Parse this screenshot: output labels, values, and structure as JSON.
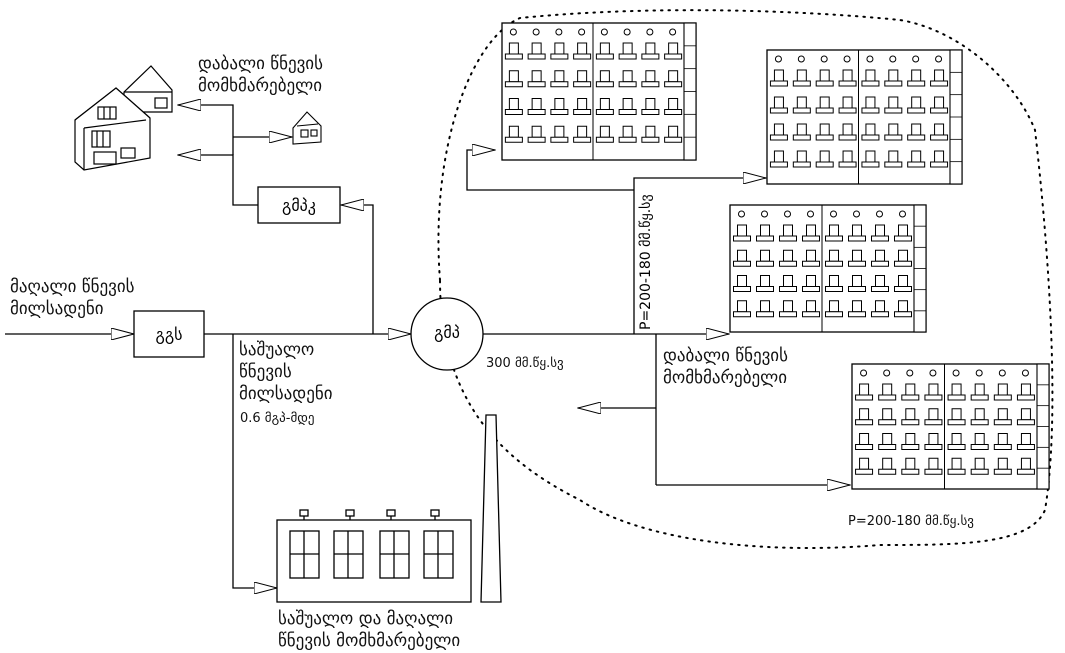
{
  "labels": {
    "low_consumer_top": [
      "დაბალი წნევის",
      "მომხმარებელი"
    ],
    "high_pipeline": [
      "მაღალი წნევის",
      "მილსადენი"
    ],
    "medium_pipeline": [
      "საშუალო",
      "წნევის",
      "მილსადენი"
    ],
    "medium_pressure_limit": "0.6 მგპ-მდე",
    "low_consumer_right": [
      "დაბალი წნევის",
      "მომხმარებელი"
    ],
    "industrial_consumer": [
      "საშუალო და მაღალი",
      "წნევის მომხმარებელი"
    ],
    "pressure_300": "300  მმ.წყ.სვ",
    "pressure_range_vertical": "P=200-180  მმ.წყ.სვ",
    "pressure_range_bottom": "P=200-180  მმ.წყ.სვ"
  },
  "boxes": {
    "gmpk": "გმპკ",
    "ggs": "გგს",
    "gmp": "გმპ"
  }
}
